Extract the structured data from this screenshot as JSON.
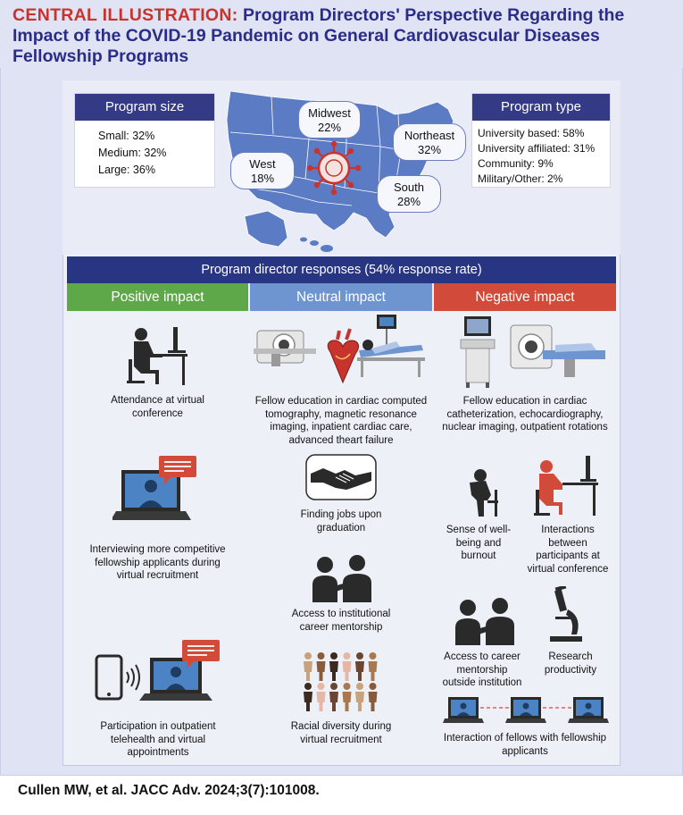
{
  "header": {
    "lead": "CENTRAL ILLUSTRATION:",
    "title": " Program Directors' Perspective Regarding the Impact of the COVID-19 Pandemic on General Cardiovascular Diseases Fellowship Programs"
  },
  "program_size": {
    "title": "Program size",
    "items": [
      "Small: 32%",
      "Medium: 32%",
      "Large: 36%"
    ]
  },
  "program_type": {
    "title": "Program type",
    "items": [
      "University based: 58%",
      "University affiliated: 31%",
      "Community: 9%",
      "Military/Other: 2%"
    ]
  },
  "regions": [
    {
      "name": "Midwest",
      "value": "22%"
    },
    {
      "name": "Northeast",
      "value": "32%"
    },
    {
      "name": "West",
      "value": "18%"
    },
    {
      "name": "South",
      "value": "28%"
    }
  ],
  "responses_title": "Program director responses (54% response rate)",
  "columns": {
    "positive": "Positive impact",
    "neutral": "Neutral impact",
    "negative": "Negative impact"
  },
  "positive_items": [
    "Attendance at virtual conference",
    "Interviewing more competitive fellowship applicants during virtual recruitment",
    "Participation in outpatient telehealth and virtual appointments"
  ],
  "neutral_items": [
    "Fellow education in cardiac computed tomography, magnetic resonance imaging, inpatient cardiac care, advanced theart failure",
    "Finding jobs upon graduation",
    "Access to institutional career mentorship",
    "Racial diversity during virtual recruitment"
  ],
  "negative_items": [
    "Fellow education in cardiac catheterization, echocardiography, nuclear imaging, outpatient rotations",
    "Sense of well-being and burnout",
    "Interactions between participants at virtual conference",
    "Access to career mentorship outside institution",
    "Research productivity",
    "Interaction of fellows with fellowship applicants"
  ],
  "citation": "Cullen MW, et al. JACC Adv. 2024;3(7):101008.",
  "colors": {
    "navy": "#283583",
    "positive": "#5fa84a",
    "neutral": "#6e95cf",
    "negative": "#d24a3a",
    "map": "#5b7cc4",
    "accent_red": "#c8342d"
  }
}
